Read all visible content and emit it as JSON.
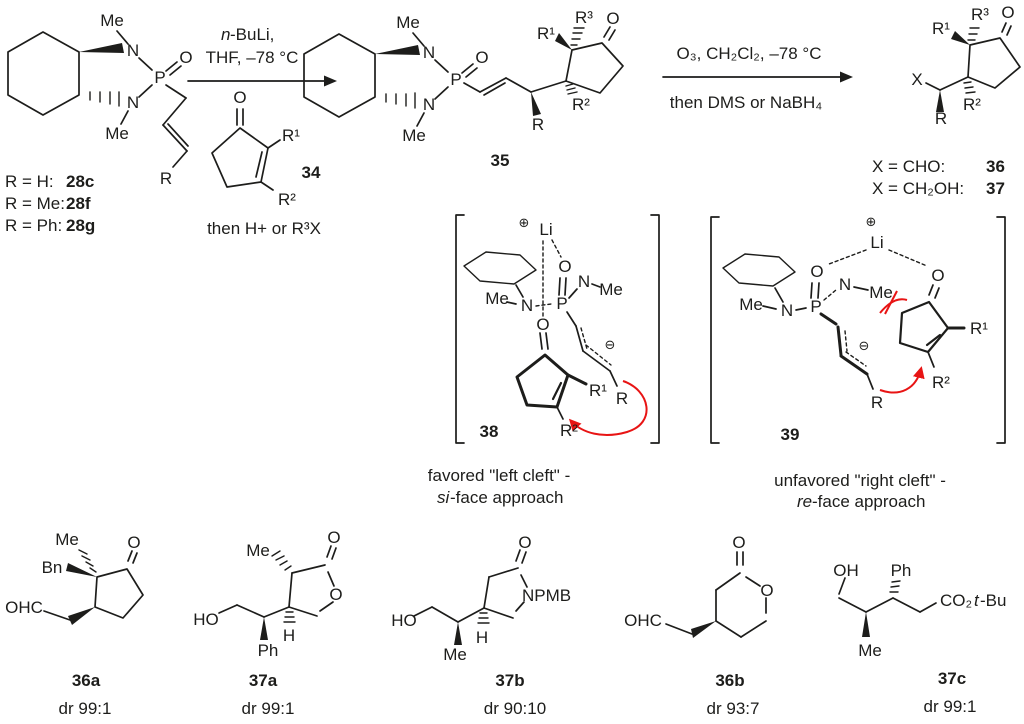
{
  "colors": {
    "ink": "#1d1d1b",
    "red": "#e81414",
    "background": "#ffffff"
  },
  "atoms": {
    "me": "Me",
    "n": "N",
    "p": "P",
    "o": "O",
    "r": "R",
    "r1": "R¹",
    "r2": "R²",
    "r3": "R³",
    "x": "X",
    "li": "Li",
    "plus": "⊕",
    "minus": "⊖",
    "oh": "OH",
    "ho": "HO",
    "ohc": "OHC",
    "bn": "Bn",
    "ph": "Ph",
    "h": "H",
    "npmb": "NPMB",
    "ester_pre": "CO₂",
    "ester_italic": "t",
    "ester_rest": "-Bu"
  },
  "reactant_legend": [
    {
      "label": "R = H:",
      "id": "28c"
    },
    {
      "label": "R = Me:",
      "id": "28f"
    },
    {
      "label": "R = Ph:",
      "id": "28g"
    }
  ],
  "step1": {
    "reagent_italic": "n",
    "reagent_rest": "-BuLi,",
    "solvent": "THF, –78 °C",
    "then": "then H+ or R³X"
  },
  "step2": {
    "reagents": "O₃, CH₂Cl₂, –78 °C",
    "then": "then DMS or NaBH₄"
  },
  "ids": {
    "enone": "34",
    "adduct": "35",
    "ts_favored": "38",
    "ts_unfavored": "39"
  },
  "product_variants": [
    {
      "label": "X = CHO:",
      "id": "36"
    },
    {
      "label": "X = CH₂OH:",
      "id": "37"
    }
  ],
  "captions": {
    "favored_line1": "favored \"left cleft\" -",
    "favored_italic": "si",
    "favored_rest": "-face approach",
    "unfavored_line1": "unfavored \"right cleft\" -",
    "unfavored_italic": "re",
    "unfavored_rest": "-face approach"
  },
  "products": [
    {
      "id": "36a",
      "dr": "dr 99:1"
    },
    {
      "id": "37a",
      "dr": "dr 99:1"
    },
    {
      "id": "37b",
      "dr": "dr 90:10"
    },
    {
      "id": "36b",
      "dr": "dr 93:7"
    },
    {
      "id": "37c",
      "dr": "dr 99:1"
    }
  ]
}
